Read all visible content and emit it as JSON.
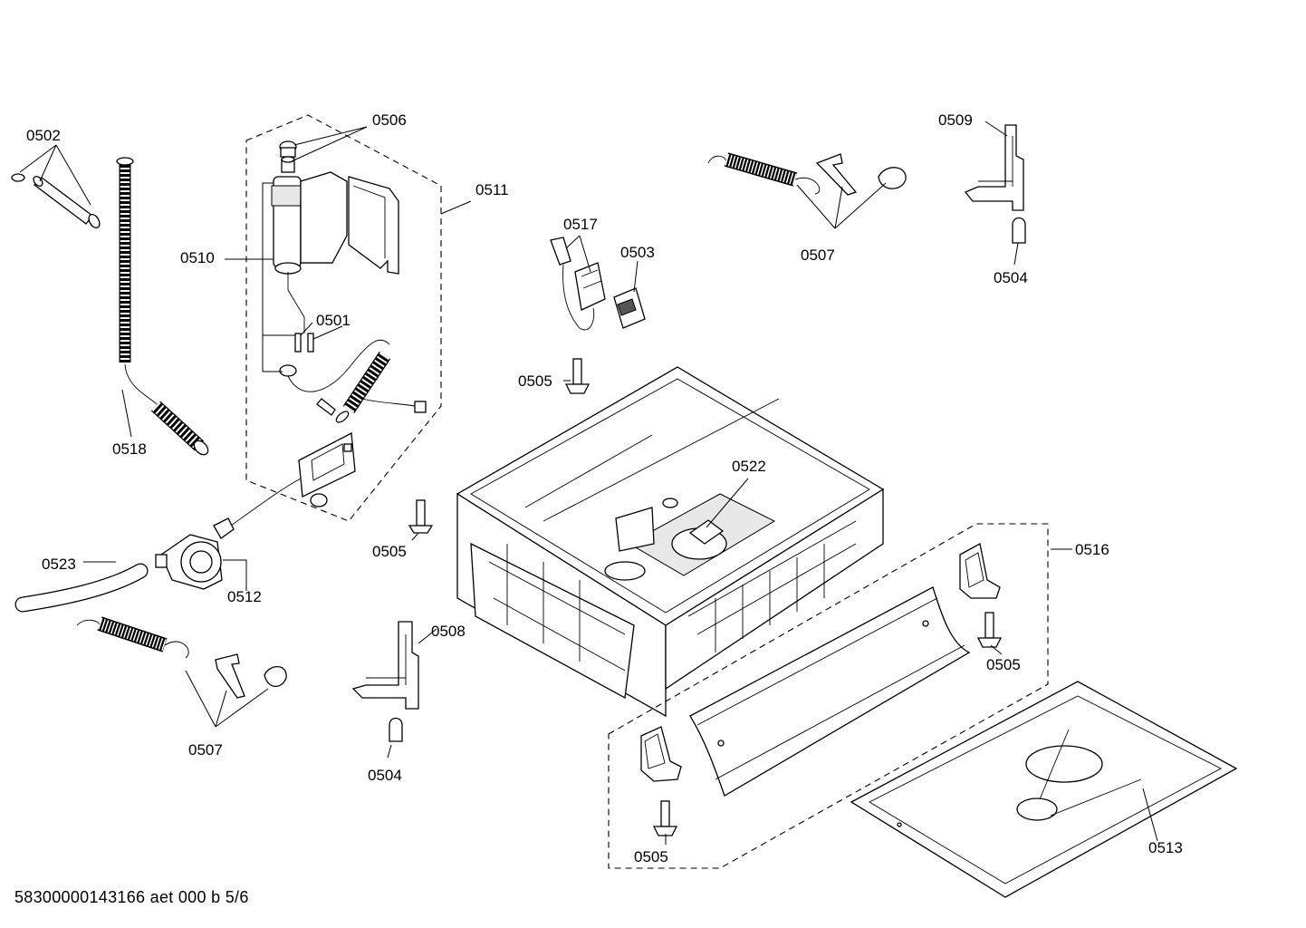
{
  "footer_text": "58300000143166 aet 000 b 5/6",
  "callouts": {
    "c0502": "0502",
    "c0506": "0506",
    "c0511": "0511",
    "c0510": "0510",
    "c0501": "0501",
    "c0518": "0518",
    "c0523": "0523",
    "c0512": "0512",
    "c0507a": "0507",
    "c0504a": "0504",
    "c0508": "0508",
    "c0505a": "0505",
    "c0517": "0517",
    "c0503": "0503",
    "c0505b": "0505",
    "c0522": "0522",
    "c0507b": "0507",
    "c0509": "0509",
    "c0504b": "0504",
    "c0516": "0516",
    "c0505c": "0505",
    "c0505d": "0505",
    "c0513": "0513"
  }
}
